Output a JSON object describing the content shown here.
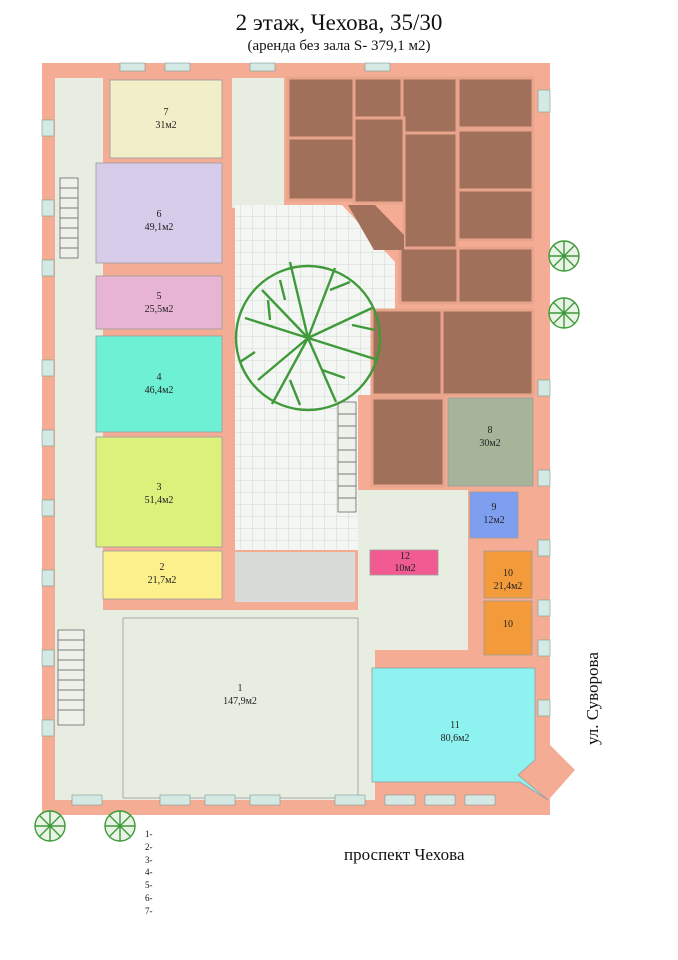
{
  "header": {
    "title": "2 этаж, Чехова, 35/30",
    "subtitle": "(аренда без зала S- 379,1 м2)"
  },
  "rooms": [
    {
      "number": "1",
      "area": "147,9м2"
    },
    {
      "number": "2",
      "area": "21,7м2",
      "color": "#fbf08c"
    },
    {
      "number": "3",
      "area": "51,4м2",
      "color": "#dcf07c"
    },
    {
      "number": "4",
      "area": "46,4м2",
      "color": "#6ef0d4"
    },
    {
      "number": "5",
      "area": "25,5м2",
      "color": "#e8b4d4"
    },
    {
      "number": "6",
      "area": "49,1м2",
      "color": "#d6cbe9"
    },
    {
      "number": "7",
      "area": "31м2",
      "color": "#f1eec8"
    },
    {
      "number": "8",
      "area": "30м2",
      "color": "#a6b49a"
    },
    {
      "number": "9",
      "area": "12м2",
      "color": "#7e9ff0"
    },
    {
      "number": "10",
      "area": "21,4м2",
      "color": "#f39a3a"
    },
    {
      "number": "10",
      "area": "",
      "color": "#f39a3a"
    },
    {
      "number": "11",
      "area": "80,6м2",
      "color": "#8ef2f0"
    },
    {
      "number": "12",
      "area": "10м2",
      "color": "#f25a92"
    }
  ],
  "streets": {
    "east": "ул. Суворова",
    "south": "проспект Чехова"
  },
  "legend": [
    "1-",
    "2-",
    "3-",
    "4-",
    "5-",
    "6-",
    "7-"
  ],
  "colors": {
    "wall": "#f4ad94",
    "corridor": "#e8ede2",
    "occupied": "#a0705a",
    "tree": "#3f9a3a"
  }
}
